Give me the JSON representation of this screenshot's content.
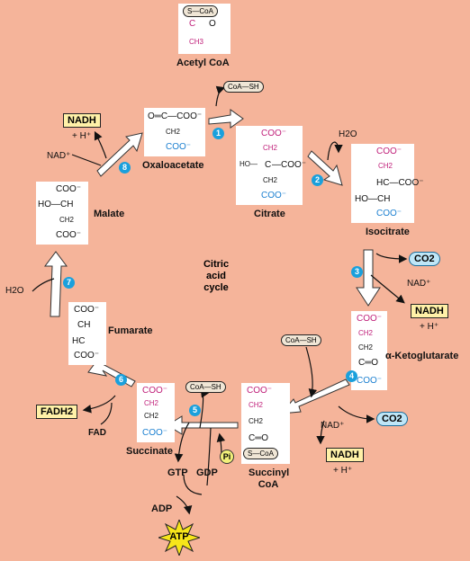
{
  "center_label": [
    "Citric",
    "acid",
    "cycle"
  ],
  "colors": {
    "background": "#f5b49a",
    "step_circle": "#1aa0dc",
    "carbon_pink": "#c0207a",
    "carbon_blue": "#1a7fd0",
    "cofactor_box": "#fff1a8",
    "co2_box": "#bfe6f7"
  },
  "molecules": {
    "acetyl_coa": "Acetyl CoA",
    "oxaloacetate": "Oxaloacetate",
    "citrate": "Citrate",
    "isocitrate": "Isocitrate",
    "alpha_ketoglutarate": "α-Ketoglutarate",
    "succinyl_coa_line1": "Succinyl",
    "succinyl_coa_line2": "CoA",
    "succinate": "Succinate",
    "fumarate": "Fumarate",
    "malate": "Malate"
  },
  "structures": {
    "acetyl_coa": {
      "coa": "S—CoA",
      "c1": "C",
      "o": "O",
      "ch3": "CH3"
    },
    "oxaloacetate": {
      "top": "O═C—COO⁻",
      "ch2": "CH2",
      "coo": "COO⁻"
    },
    "citrate": {
      "coo1": "COO⁻",
      "ch2a": "CH2",
      "left": "HO—",
      "c": "C",
      "right": "—COO⁻",
      "ch2b": "CH2",
      "coo2": "COO⁻"
    },
    "isocitrate": {
      "coo1": "COO⁻",
      "ch2": "CH2",
      "hc": "HC—COO⁻",
      "hoc": "HO—CH",
      "coo2": "COO⁻"
    },
    "akg": {
      "coo1": "COO⁻",
      "ch2a": "CH2",
      "ch2b": "CH2",
      "c": "C═O",
      "coo2": "COO⁻"
    },
    "succinyl_coa": {
      "coo": "COO⁻",
      "ch2a": "CH2",
      "ch2b": "CH2",
      "c": "C═O",
      "coa": "S—CoA"
    },
    "succinate": {
      "coo1": "COO⁻",
      "ch2a": "CH2",
      "ch2b": "CH2",
      "coo2": "COO⁻"
    },
    "fumarate": {
      "coo1": "COO⁻",
      "ch": "CH",
      "hc": "HC",
      "coo2": "COO⁻"
    },
    "malate": {
      "coo1": "COO⁻",
      "hoc": "HO—CH",
      "ch2": "CH2",
      "coo2": "COO⁻"
    }
  },
  "steps": [
    "1",
    "2",
    "3",
    "4",
    "5",
    "6",
    "7",
    "8"
  ],
  "cofactors": {
    "coa_sh_1": "CoA—SH",
    "h2o_top": "H2O",
    "co2_a": "CO2",
    "nad_plus_a": "NAD⁺",
    "nadh_a": "NADH",
    "h_plus_a": "+ H⁺",
    "coa_sh_2": "CoA—SH",
    "nad_plus_b": "NAD⁺",
    "co2_b": "CO2",
    "nadh_b": "NADH",
    "h_plus_b": "+ H⁺",
    "coa_sh_3": "CoA—SH",
    "pi": "Pi",
    "gtp": "GTP",
    "gdp": "GDP",
    "adp": "ADP",
    "atp": "ATP",
    "fadh2": "FADH2",
    "fad": "FAD",
    "h2o_left": "H2O",
    "nad_plus_c": "NAD⁺",
    "nadh_c": "NADH",
    "h_plus_c": "+ H⁺"
  }
}
